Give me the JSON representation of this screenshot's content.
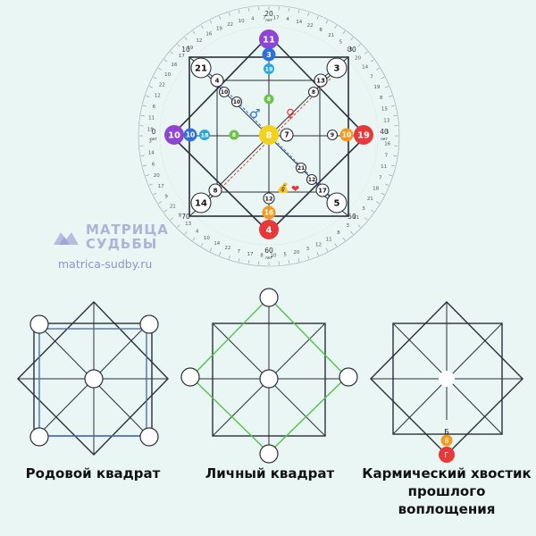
{
  "colors": {
    "background": "#e9f6f3",
    "line": "#2b2f3a",
    "violet": "#8e44d4",
    "blue": "#2f6fd8",
    "cyan": "#2aa6e0",
    "green": "#6cc24a",
    "yellow": "#f2d21c",
    "orange": "#f39a1e",
    "red": "#e63a3a",
    "ancestral": "#4a6fc2",
    "personal": "#52c24a"
  },
  "matrix": {
    "center": "8",
    "top": "11",
    "top_inner1": "3",
    "top_inner2": "19",
    "top_inner3": "8",
    "left": "10",
    "left_inner1": "10",
    "left_inner2": "18",
    "left_inner3": "8",
    "right": "19",
    "right_inner1": "10",
    "right_inner2": "9",
    "center_right": "7",
    "bottom": "4",
    "bottom_inner1": "16",
    "bottom_inner2": "12",
    "top_left": "21",
    "top_left_inner": "4",
    "top_left_inner2": "10",
    "top_left_inner3": "10",
    "top_right": "3",
    "top_right_inner": "13",
    "top_right_inner2": "8",
    "bottom_left": "14",
    "bottom_left_inner": "8",
    "bottom_right": "5",
    "bottom_right_inner": "17",
    "bottom_right_inner2": "12",
    "bottom_right_inner3": "21",
    "mid_low": "12",
    "ring_age_top": "20",
    "ring_age_top_unit": "лет",
    "ring_age_left": "0",
    "ring_age_left_unit": "лет",
    "ring_age_right": "40",
    "ring_age_right_unit": "лет",
    "ring_age_bottom": "60",
    "ring_age_bottom_unit": "лет",
    "ring_age_10": "10",
    "ring_age_30": "30",
    "ring_age_50": "50",
    "ring_age_70": "70",
    "ring_numbers": [
      "17",
      "4",
      "14",
      "22",
      "8",
      "21",
      "5",
      "15",
      "20",
      "14",
      "7",
      "19",
      "8",
      "15",
      "13",
      "5",
      "16",
      "7",
      "11",
      "7",
      "18",
      "21",
      "3",
      "11",
      "3",
      "8",
      "11",
      "12",
      "3",
      "20",
      "5",
      "10",
      "8",
      "17",
      "7",
      "22",
      "14",
      "10",
      "4",
      "13",
      "8",
      "21",
      "9",
      "17",
      "20",
      "6",
      "14",
      "3",
      "19",
      "11",
      "6",
      "12",
      "22",
      "10",
      "16",
      "17",
      "19",
      "12",
      "16",
      "19",
      "22",
      "10",
      "4",
      "7"
    ]
  },
  "brand": {
    "title_line1": "МАТРИЦА",
    "title_line2": "СУДЬБЫ",
    "url": "matrica-sudby.ru"
  },
  "captions": {
    "ancestral": "Родовой квадрат",
    "personal": "Личный квадрат",
    "karmic_line1": "Кармический хвостик",
    "karmic_line2": "прошлого",
    "karmic_line3": "воплощения"
  },
  "karmic": {
    "upper_letter": "Б",
    "middle_value": "8",
    "lower_letter": "Г"
  }
}
